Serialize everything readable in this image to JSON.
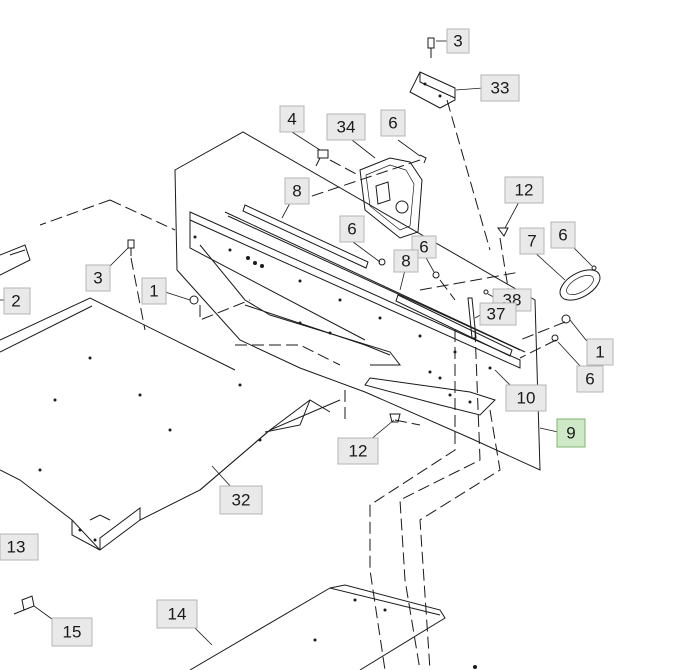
{
  "callouts": {
    "c3_top": "3",
    "c33": "33",
    "c4": "4",
    "c34": "34",
    "c6_a": "6",
    "c8_a": "8",
    "c12_a": "12",
    "c6_b": "6",
    "c7": "7",
    "c6_c": "6",
    "c6_d": "6",
    "c8_b": "8",
    "c3_left": "3",
    "c1_left": "1",
    "c2": "2",
    "c38": "38",
    "c37": "37",
    "c1_right": "1",
    "c6_e": "6",
    "c10": "10",
    "c9": "9",
    "c12_b": "12",
    "c32": "32",
    "c13": "13",
    "c15": "15",
    "c14": "14"
  },
  "highlight_color": "#cfe8c8"
}
